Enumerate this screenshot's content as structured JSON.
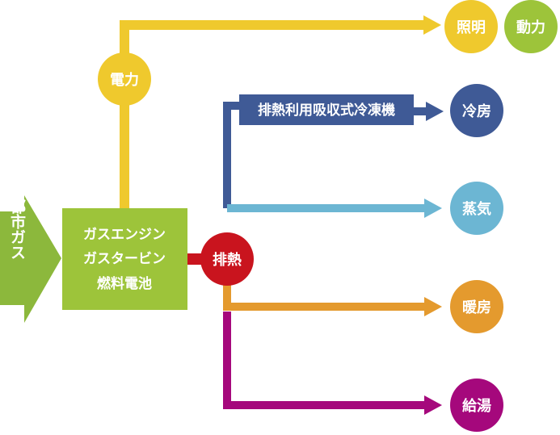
{
  "source": {
    "label": "都市ガス",
    "color": "#8cb83c"
  },
  "generator": {
    "lines": [
      "ガスエンジン",
      "ガスタービン",
      "燃料電池"
    ],
    "color": "#9dc43a"
  },
  "electricity": {
    "label": "電力",
    "color": "#efc92d",
    "outputs": [
      {
        "label": "照明",
        "color": "#efc92d"
      },
      {
        "label": "動力",
        "color": "#9dc43a"
      }
    ]
  },
  "waste_heat": {
    "label": "排熱",
    "color": "#c9141e",
    "chiller_label": "排熱利用吸収式冷凍機",
    "outputs": [
      {
        "label": "冷房",
        "color": "#3f5a96"
      },
      {
        "label": "蒸気",
        "color": "#6cb6d3"
      },
      {
        "label": "暖房",
        "color": "#e49a2e"
      },
      {
        "label": "給湯",
        "color": "#a5087c"
      }
    ]
  }
}
